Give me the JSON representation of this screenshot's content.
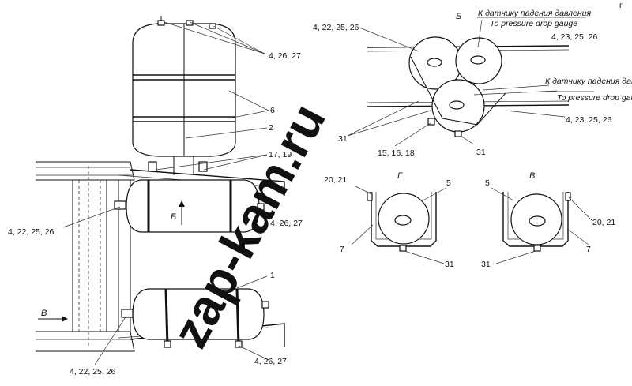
{
  "watermark": "zap-kam.ru",
  "corner_mark": "г",
  "views": {
    "b": "Б",
    "g": "Г",
    "v": "В"
  },
  "arrow_labels": {
    "b_arrow": "Б",
    "v_arrow": "В"
  },
  "gauge_labels": {
    "top_ru": "К датчику падения давления",
    "top_en": "To pressure drop gauge",
    "mid_ru": "К датчику падения давления",
    "mid_en": "To pressure drop gauge"
  },
  "callouts": {
    "c_4_26_27_top": "4, 26, 27",
    "c_6": "6",
    "c_2": "2",
    "c_17_19": "17, 19",
    "c_4_22_25_26_left": "4, 22, 25, 26",
    "c_4_26_27_mid": "4, 26, 27",
    "c_1": "1",
    "c_4_22_25_26_bottom": "4, 22, 25, 26",
    "c_4_26_27_bottom": "4, 26, 27",
    "c_4_22_25_26_b": "4, 22, 25, 26",
    "c_4_23_25_26_top": "4, 23, 25, 26",
    "c_4_23_25_26_mid": "4, 23, 25, 26",
    "c_31_left": "31",
    "c_15_16_18": "15, 16, 18",
    "c_31_right": "31",
    "c_20_21_g": "20, 21",
    "c_5_g": "5",
    "c_7_g": "7",
    "c_31_g": "31",
    "c_5_v": "5",
    "c_20_21_v": "20, 21",
    "c_7_v": "7",
    "c_31_v": "31"
  }
}
